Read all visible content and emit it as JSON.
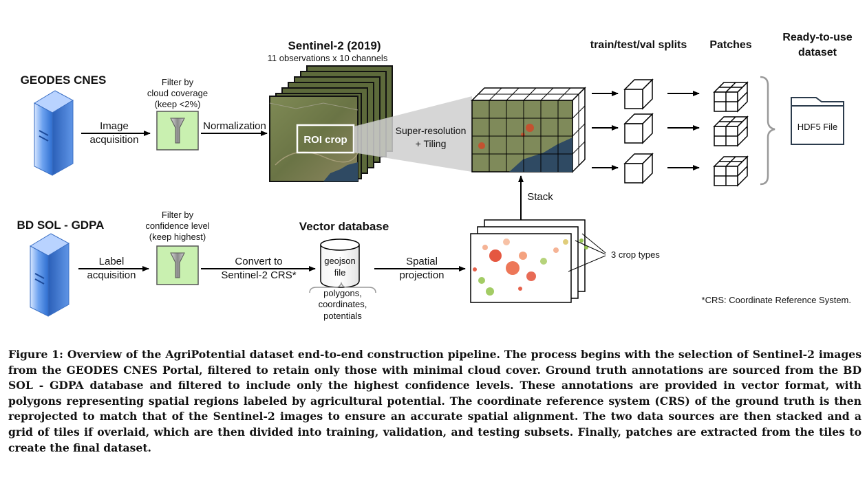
{
  "diagram": {
    "sources": {
      "geodes": "GEODES CNES",
      "bdsol": "BD SOL - GDPA"
    },
    "edges": {
      "image_acquisition": [
        "Image",
        "acquisition"
      ],
      "label_acquisition": [
        "Label",
        "acquisition"
      ],
      "normalization": "Normalization",
      "convert": [
        "Convert to",
        "Sentinel-2 CRS*"
      ],
      "spatial": [
        "Spatial",
        "projection"
      ],
      "superres": [
        "Super-resolution",
        "+ Tiling"
      ],
      "stack": "Stack"
    },
    "filters": {
      "cloud": [
        "Filter by",
        "cloud coverage",
        "(keep <2%)"
      ],
      "confidence": [
        "Filter by",
        "confidence level",
        "(keep highest)"
      ]
    },
    "sentinel": {
      "title": "Sentinel-2 (2019)",
      "subtitle": "11 observations x 10 channels",
      "roi": "ROI crop"
    },
    "vector": {
      "title": "Vector database",
      "file": [
        "geojson",
        "file"
      ],
      "brace": [
        "polygons,",
        "coordinates,",
        "potentials"
      ]
    },
    "crop_types": "3 crop types",
    "headers": {
      "splits": "train/test/val splits",
      "patches": "Patches",
      "ready": [
        "Ready-to-use",
        "dataset"
      ]
    },
    "hdf5": "HDF5 File",
    "footnote": "*CRS: Coordinate Reference System."
  },
  "caption": {
    "label": "Figure 1:",
    "text": "Overview of the AgriPotential dataset end-to-end construction pipeline. The process begins with the selection of Sentinel-2 images from the GEODES CNES Portal, filtered to retain only those with minimal cloud cover. Ground truth annotations are sourced from the BD SOL - GDPA database and filtered to include only the highest confidence levels. These annotations are provided in vector format, with polygons representing spatial regions labeled by agricultural potential. The coordinate reference system (CRS) of the ground truth is then reprojected to match that of the Sentinel-2 images to ensure an accurate spatial alignment. The two data sources are then stacked and a grid of tiles if overlaid, which are then divided into training, validation, and testing subsets. Finally, patches are extracted from the tiles to create the final dataset."
  },
  "colors": {
    "server": "#3a7fd5",
    "filter_fill": "#c9f0b0",
    "satellite_land": "#6f7a45",
    "sea": "#2f4a63",
    "crop_red": "#e03a1e",
    "crop_green": "#8cbf3f"
  }
}
